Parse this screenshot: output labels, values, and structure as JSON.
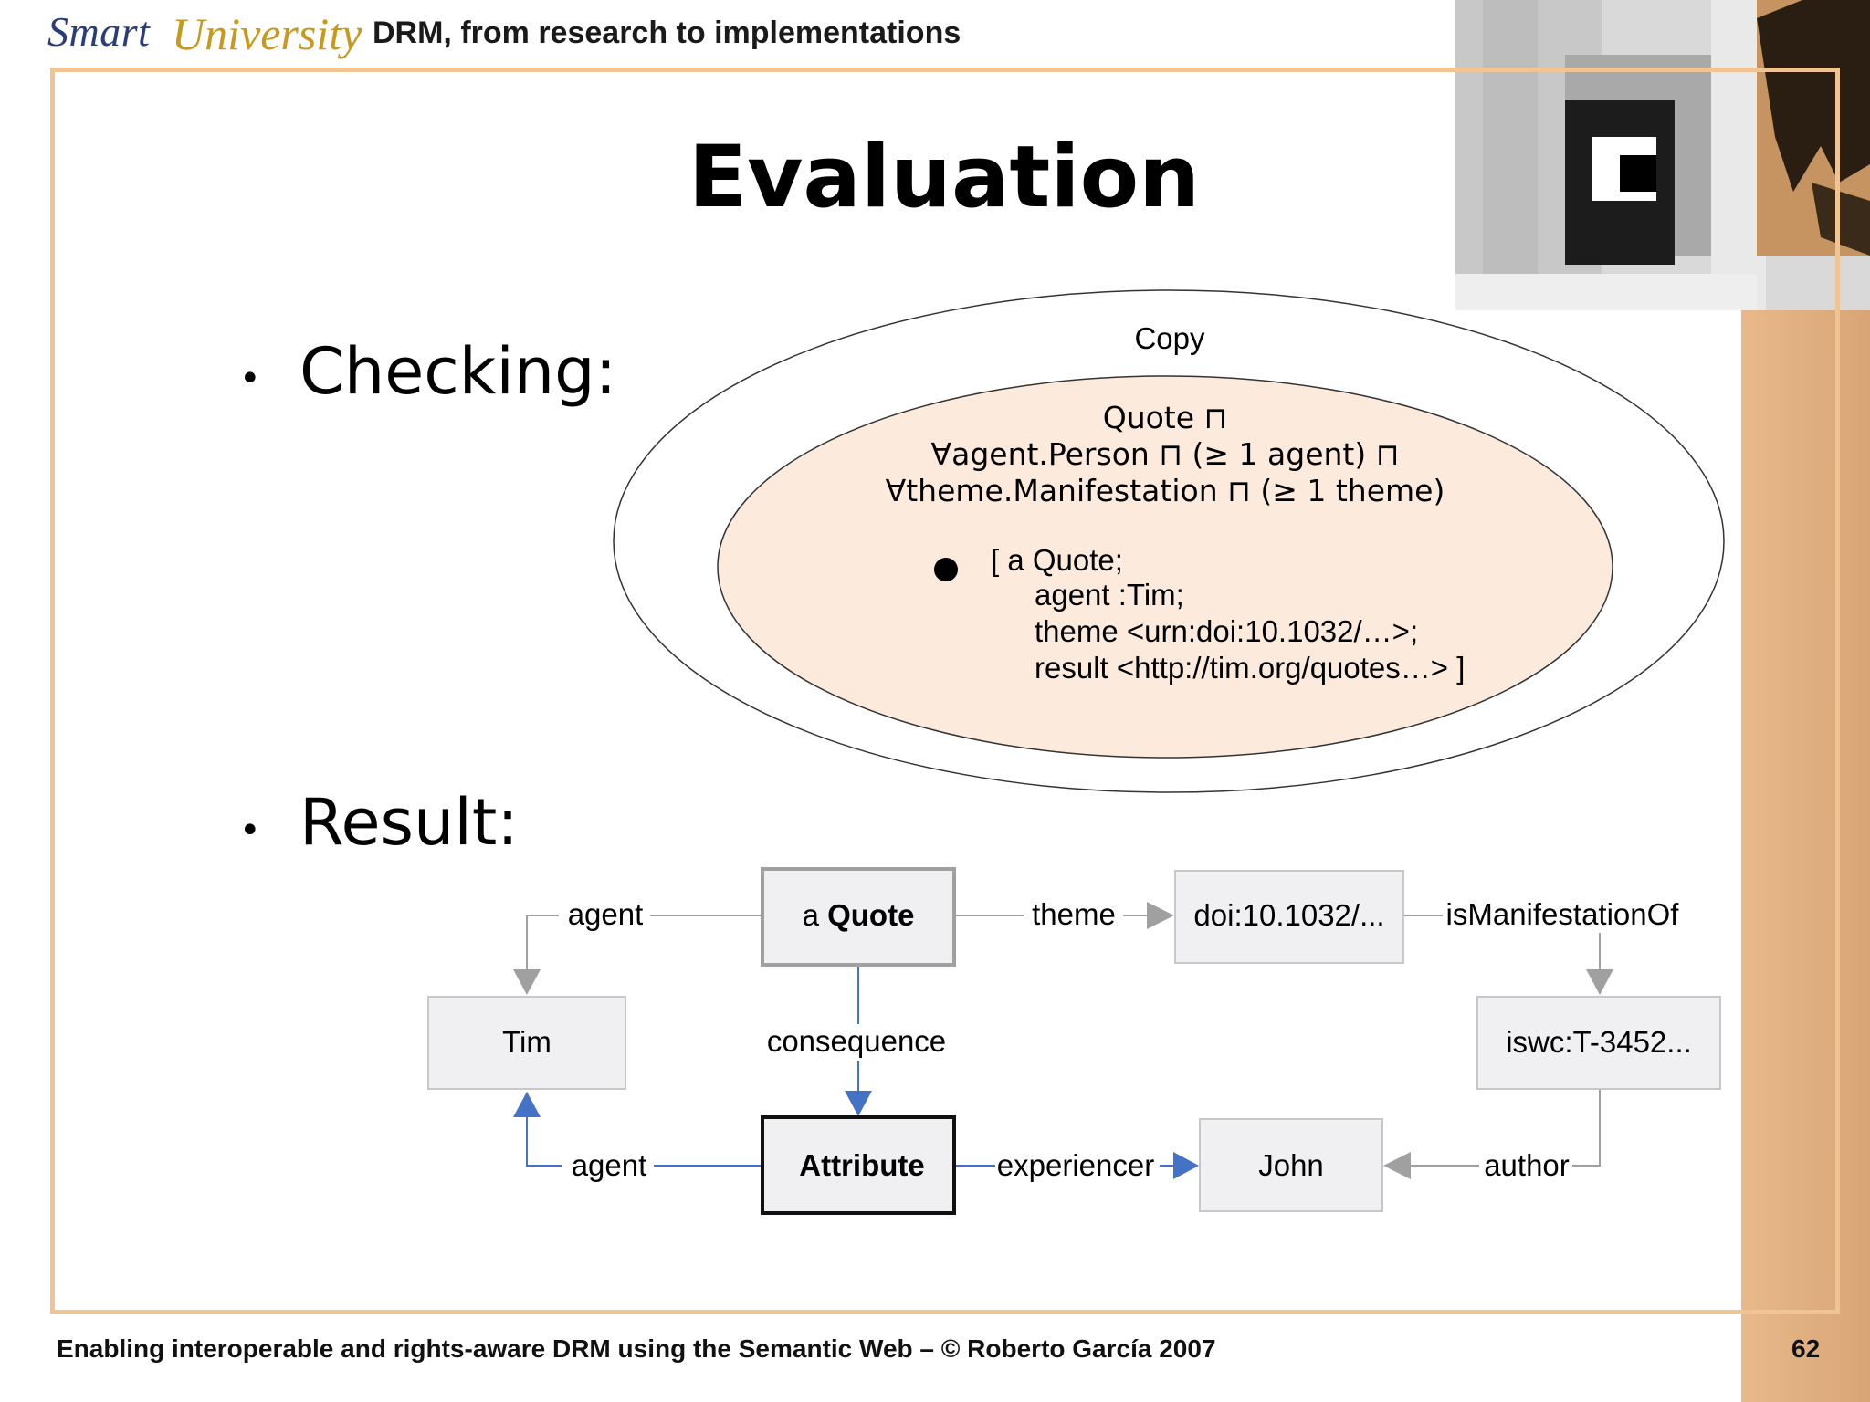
{
  "header": {
    "brand_part1": "Smart",
    "brand_part2": "University",
    "tagline": "DRM, from research to implementations"
  },
  "title": "Evaluation",
  "bullets": [
    "Checking:",
    "Result:"
  ],
  "checking": {
    "outer_label": "Copy",
    "formula_lines": [
      "Quote ⊓",
      "∀agent.Person ⊓ (≥ 1 agent) ⊓",
      "∀theme.Manifestation ⊓ (≥ 1 theme)"
    ],
    "instance_lines": [
      "[ a Quote;",
      "agent :Tim;",
      "theme <urn:doi:10.1032/…>;",
      "result <http://tim.org/quotes…> ]"
    ]
  },
  "result": {
    "nodes": {
      "quote_prefix": "a ",
      "quote_bold": "Quote",
      "doi": "doi:10.1032/...",
      "tim": "Tim",
      "iswc": "iswc:T-3452...",
      "attribute": "Attribute",
      "john": "John"
    },
    "edges": {
      "agent_top": "agent",
      "theme": "theme",
      "is_manifestation_of": "isManifestationOf",
      "consequence": "consequence",
      "agent_bottom": "agent",
      "experiencer": "experiencer",
      "author": "author"
    }
  },
  "colors": {
    "frame": "#f0c593",
    "inner_ellipse_fill": "#fcebdd",
    "node_fill": "#f0f0f3",
    "new_edge": "#4472c4",
    "old_edge": "#a0a0a0"
  },
  "footer": {
    "text": "Enabling interoperable and rights-aware DRM using the Semantic Web – © Roberto García 2007",
    "page_number": "62"
  }
}
